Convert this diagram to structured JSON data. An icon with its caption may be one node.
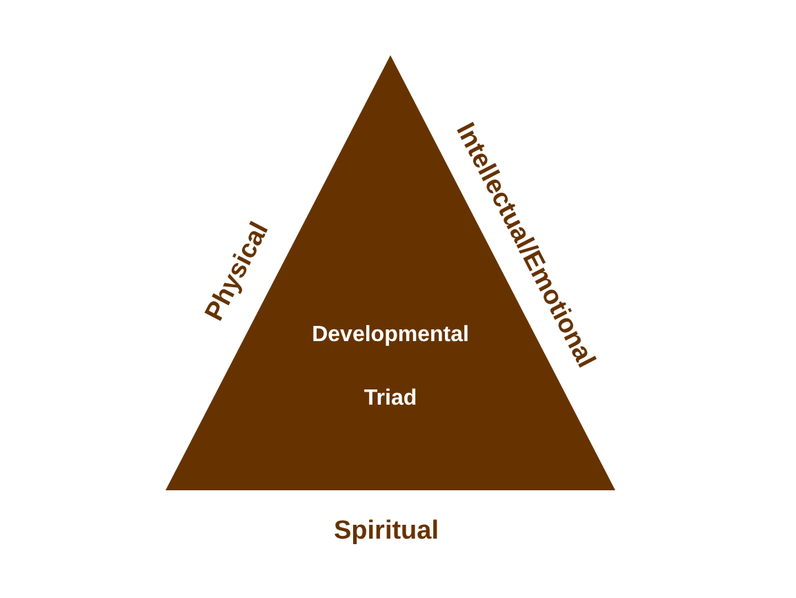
{
  "diagram": {
    "nodes": [
      {
        "text": [
          "Developmental Triad"
        ],
        "beside": [
          "Physical",
          "Intellectual/Emotional",
          "Spiritual"
        ]
      }
    ],
    "edges": []
  }
}
